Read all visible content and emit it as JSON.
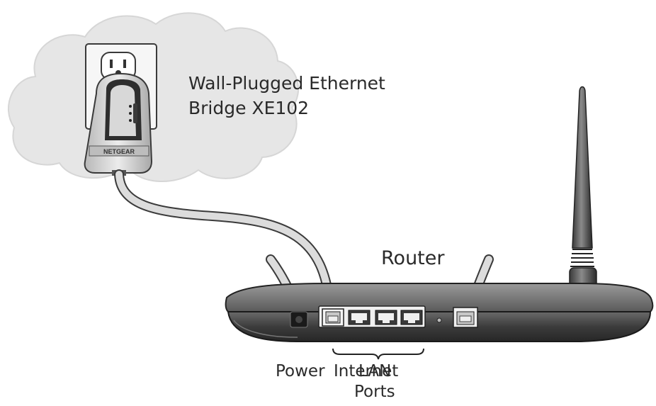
{
  "labels": {
    "bridge_line1": "Wall-Plugged Ethernet",
    "bridge_line2": "Bridge XE102",
    "router": "Router",
    "power": "Power",
    "internet": "Internet",
    "lan": "LAN",
    "ports": "Ports"
  },
  "bridge_brand": "NETGEAR",
  "colors": {
    "cloud": "#e6e6e6",
    "device_body": "#d0d0d0",
    "router_body": "#4a4a4a",
    "cable": "#d8d8d8",
    "text": "#2a2a2a"
  }
}
